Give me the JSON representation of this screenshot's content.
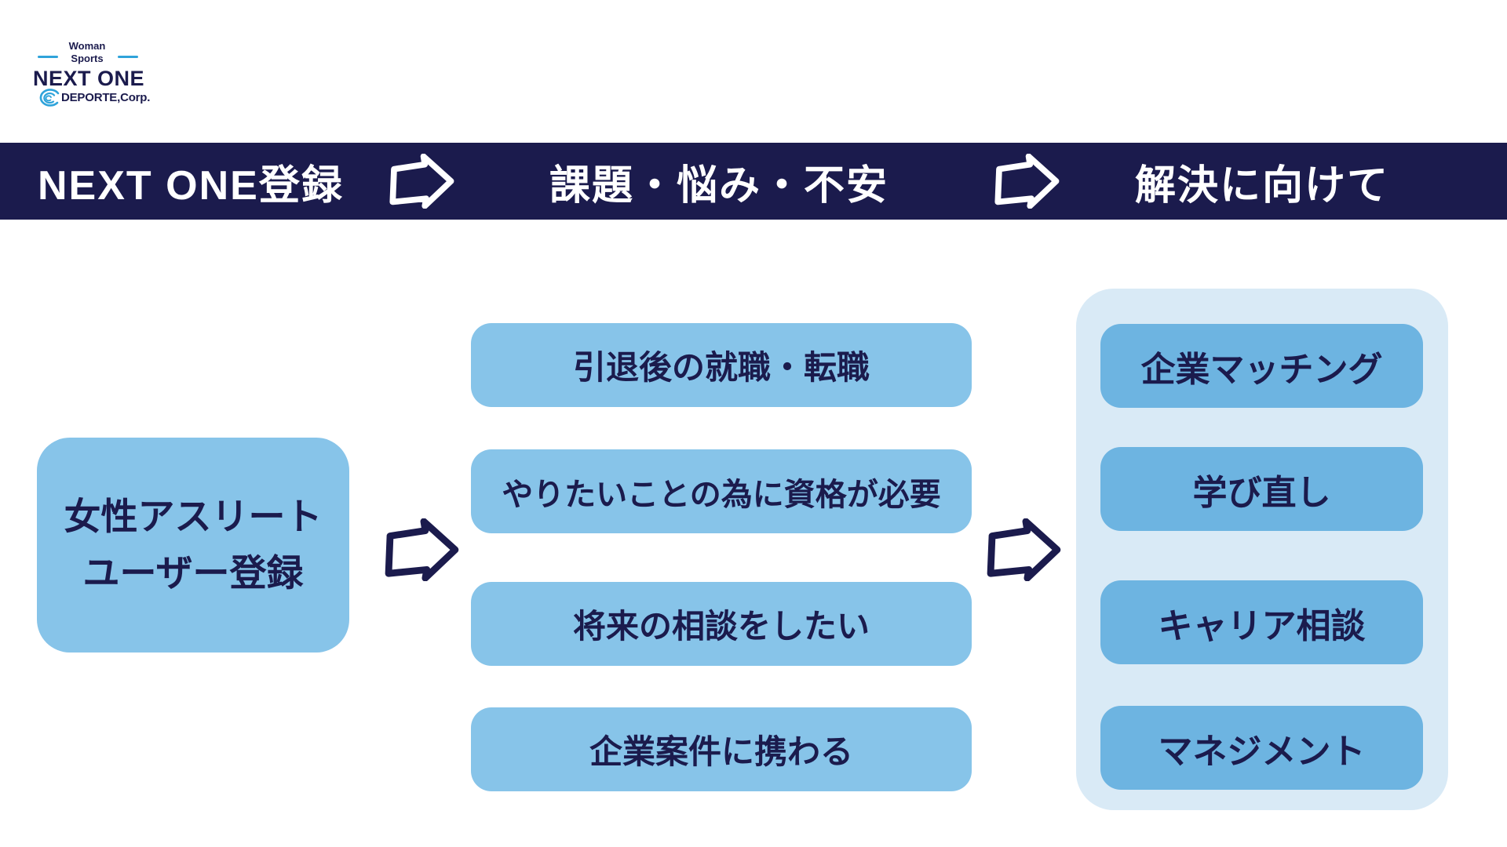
{
  "logo": {
    "tagline_line1": "Woman",
    "tagline_line2": "Sports",
    "brand": "NEXT ONE",
    "company": "DEPORTE,Corp."
  },
  "header": {
    "steps": [
      "NEXT ONE登録",
      "課題・悩み・不安",
      "解決に向けて"
    ]
  },
  "flow": {
    "left_box": {
      "line1": "女性アスリート",
      "line2": "ユーザー登録"
    },
    "middle_boxes": [
      "引退後の就職・転職",
      "やりたいことの為に資格が必要",
      "将来の相談をしたい",
      "企業案件に携わる"
    ],
    "right_boxes": [
      "企業マッチング",
      "学び直し",
      "キャリア相談",
      "マネジメント"
    ]
  },
  "icons": {
    "flow_arrow": "block-arrow-right",
    "logo_mark": "wave"
  },
  "colors": {
    "navy": "#1B1B4D",
    "light_blue": "#87C4E9",
    "medium_blue": "#6DB4E1",
    "pale_blue": "#D9EAF6",
    "logo_blue": "#2FA3DA"
  }
}
